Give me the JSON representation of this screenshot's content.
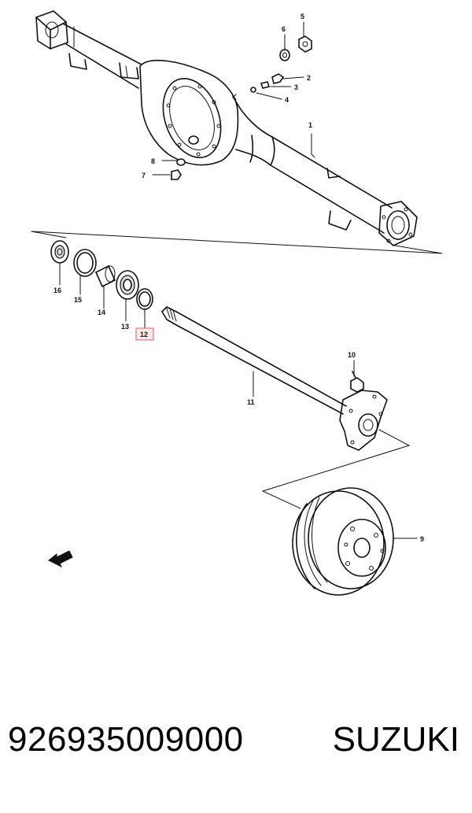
{
  "diagram": {
    "callouts": [
      {
        "id": "1",
        "label": "1"
      },
      {
        "id": "2",
        "label": "2"
      },
      {
        "id": "3",
        "label": "3"
      },
      {
        "id": "4",
        "label": "4"
      },
      {
        "id": "5",
        "label": "5"
      },
      {
        "id": "6",
        "label": "6"
      },
      {
        "id": "7",
        "label": "7"
      },
      {
        "id": "8",
        "label": "8"
      },
      {
        "id": "9",
        "label": "9"
      },
      {
        "id": "10",
        "label": "10"
      },
      {
        "id": "11",
        "label": "11"
      },
      {
        "id": "12",
        "label": "12",
        "highlighted": true
      },
      {
        "id": "13",
        "label": "13"
      },
      {
        "id": "14",
        "label": "14"
      },
      {
        "id": "15",
        "label": "15"
      },
      {
        "id": "16",
        "label": "16"
      }
    ],
    "highlight_color": "#e05a6a"
  },
  "footer": {
    "part_number": "926935009000",
    "brand": "SUZUKI"
  }
}
